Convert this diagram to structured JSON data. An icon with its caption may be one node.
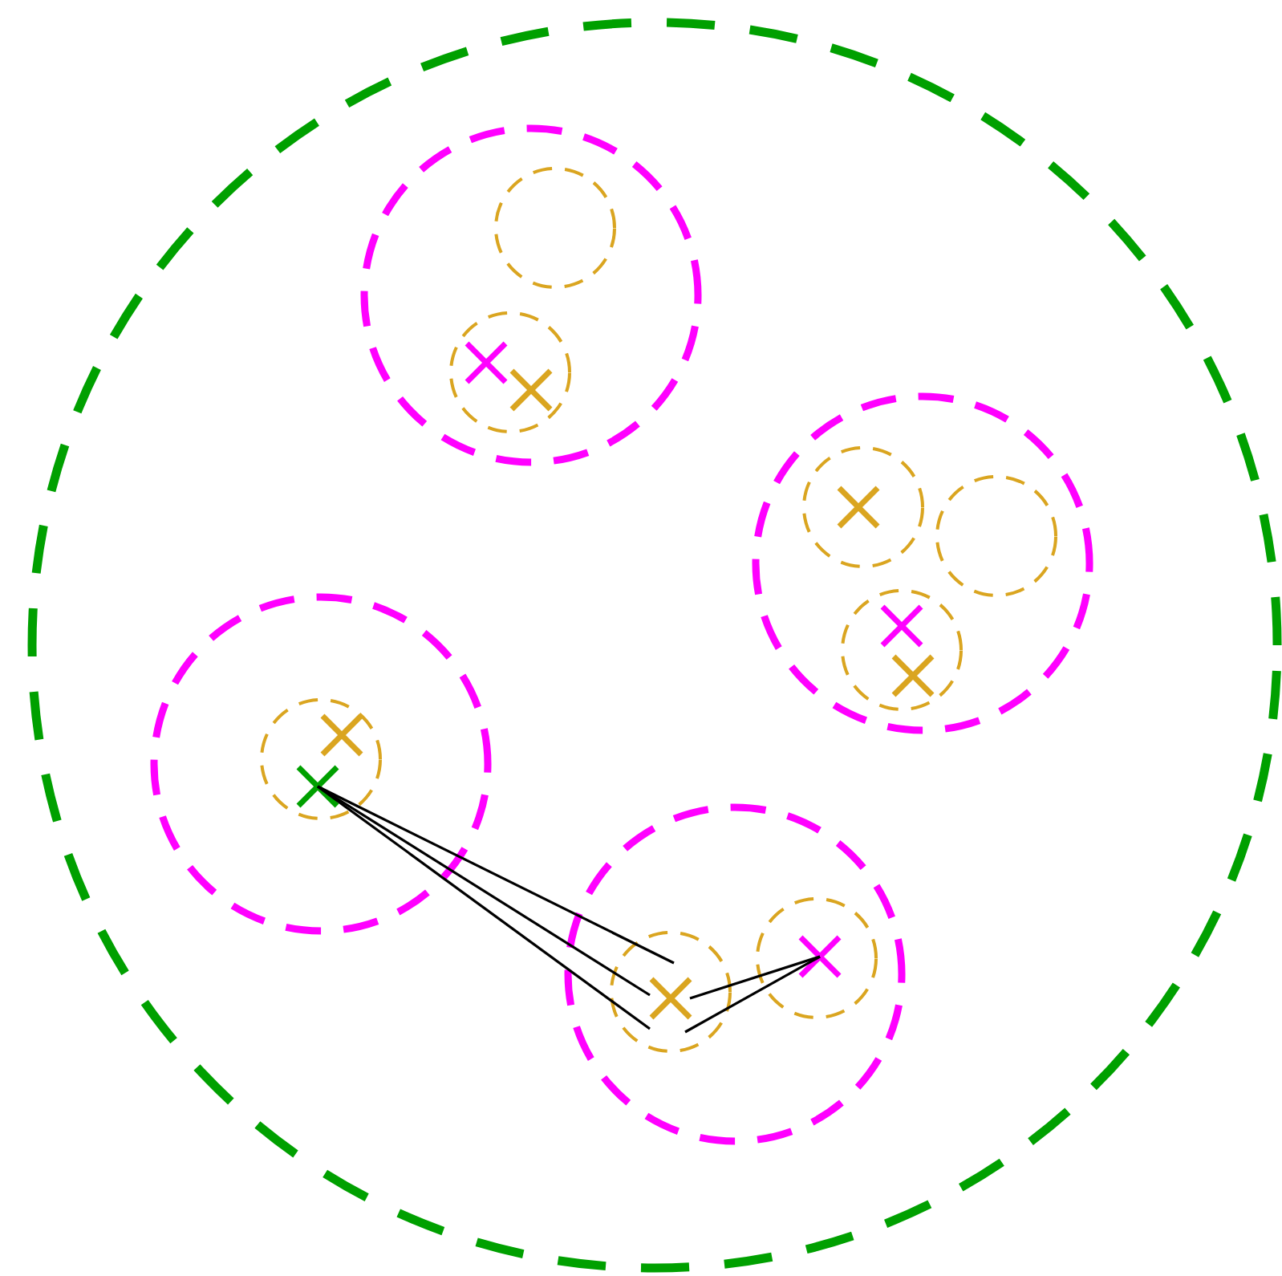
{
  "diagram": {
    "nodes": [
      {
        "text": [],
        "shape": "circle"
      },
      {
        "text": [],
        "shape": "circle",
        "in": 0
      },
      {
        "text": [],
        "shape": "circle",
        "in": 1
      },
      {
        "text": [],
        "shape": "circle",
        "in": 1
      },
      {
        "text": [],
        "shape": "circle",
        "in": 0
      },
      {
        "text": [],
        "shape": "circle",
        "in": 4
      },
      {
        "text": [],
        "shape": "circle",
        "in": 4
      },
      {
        "text": [],
        "shape": "circle",
        "in": 4
      },
      {
        "text": [],
        "shape": "circle",
        "in": 0
      },
      {
        "text": [],
        "shape": "circle",
        "in": 8
      },
      {
        "text": [],
        "shape": "cross",
        "in": 9
      },
      {
        "text": [],
        "shape": "circle",
        "in": 0
      },
      {
        "text": [],
        "shape": "circle",
        "in": 11
      },
      {
        "text": [],
        "shape": "circle",
        "in": 11
      },
      {
        "text": [],
        "shape": "cross",
        "in": 13
      }
    ],
    "edges": [
      {
        "from": 10,
        "to": 12,
        "arrow": "none"
      },
      {
        "from": 10,
        "to": 12,
        "arrow": "none"
      },
      {
        "from": 10,
        "to": 12,
        "arrow": "none"
      },
      {
        "from": 14,
        "to": 12,
        "arrow": "none"
      },
      {
        "from": 14,
        "to": 12,
        "arrow": "none"
      }
    ]
  }
}
